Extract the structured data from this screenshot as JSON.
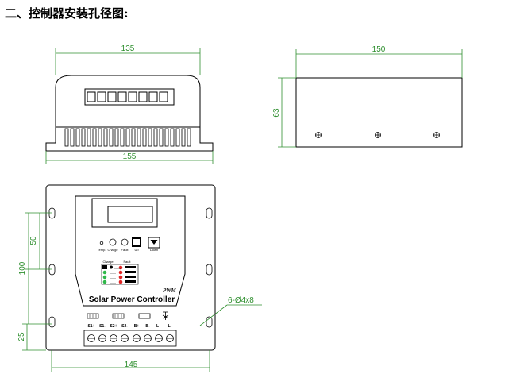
{
  "title": "二、控制器安装孔径图:",
  "dims": {
    "top_width": "135",
    "bottom_width": "155",
    "side_width": "150",
    "side_height": "63",
    "front_width": "145",
    "hole_spacing_small": "50",
    "hole_spacing_large": "100",
    "bottom_offset": "25",
    "hole_spec": "6-Ø4x8"
  },
  "panel": {
    "button_labels": [
      "Temp.",
      "Charge",
      "Fault",
      "Up",
      "Down"
    ],
    "status_headers": [
      "Charge",
      "Fault"
    ],
    "status_legend": [
      "——",
      "——",
      "——",
      "——"
    ],
    "pwm": "PWM",
    "brand": "Solar Power Controller",
    "terminal_labels": [
      "S1+",
      "S1-",
      "S2+",
      "S2-",
      "B+",
      "B-",
      "L+",
      "L-"
    ]
  },
  "colors": {
    "dimension": "#2f8f2f",
    "outline": "#000000",
    "led_green": "#2fb84a",
    "led_red": "#e02424"
  }
}
